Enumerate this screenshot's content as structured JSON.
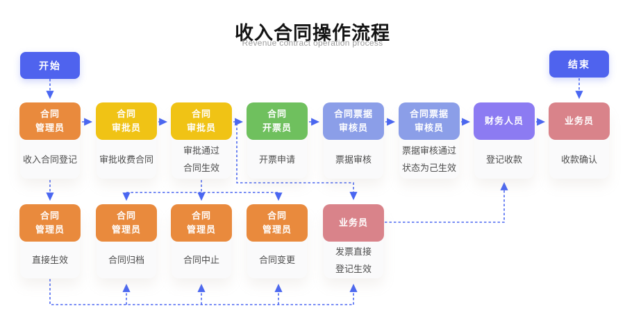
{
  "header": {
    "title": "收入合同操作流程",
    "subtitle": "Revenue contract operation process"
  },
  "terminals": {
    "start_label": "开始",
    "end_label": "结束"
  },
  "colors": {
    "terminal_blue": "#4f63ee",
    "arrow_blue": "#4a67f2",
    "orange": "#e98a3d",
    "yellow": "#f0c315",
    "green": "#6fc05e",
    "periwinkle": "#8b9ee8",
    "purple": "#8c7bf2",
    "rose": "#d9838a",
    "card_body_bg": "#fafafb"
  },
  "flow": {
    "r1c1": {
      "role": "合同\n管理员",
      "task": "收入合同登记"
    },
    "r1c2": {
      "role": "合同\n审批员",
      "task": "审批收费合同"
    },
    "r1c3": {
      "role": "合同\n审批员",
      "task": "审批通过\n合同生效"
    },
    "r1c4": {
      "role": "合同\n开票员",
      "task": "开票申请"
    },
    "r1c5": {
      "role": "合同票据\n审核员",
      "task": "票据审核"
    },
    "r1c6": {
      "role": "合同票据\n审核员",
      "task": "票据审核通过\n状态为己生效"
    },
    "r1c7": {
      "role": "财务人员",
      "task": "登记收款"
    },
    "r1c8": {
      "role": "业务员",
      "task": "收款确认"
    },
    "r2c1": {
      "role": "合同\n管理员",
      "task": "直接生效"
    },
    "r2c2": {
      "role": "合同\n管理员",
      "task": "合同归档"
    },
    "r2c3": {
      "role": "合同\n管理员",
      "task": "合同中止"
    },
    "r2c4": {
      "role": "合同\n管理员",
      "task": "合同变更"
    },
    "r2c5": {
      "role": "业务员",
      "task": "发票直接\n登记生效"
    }
  }
}
